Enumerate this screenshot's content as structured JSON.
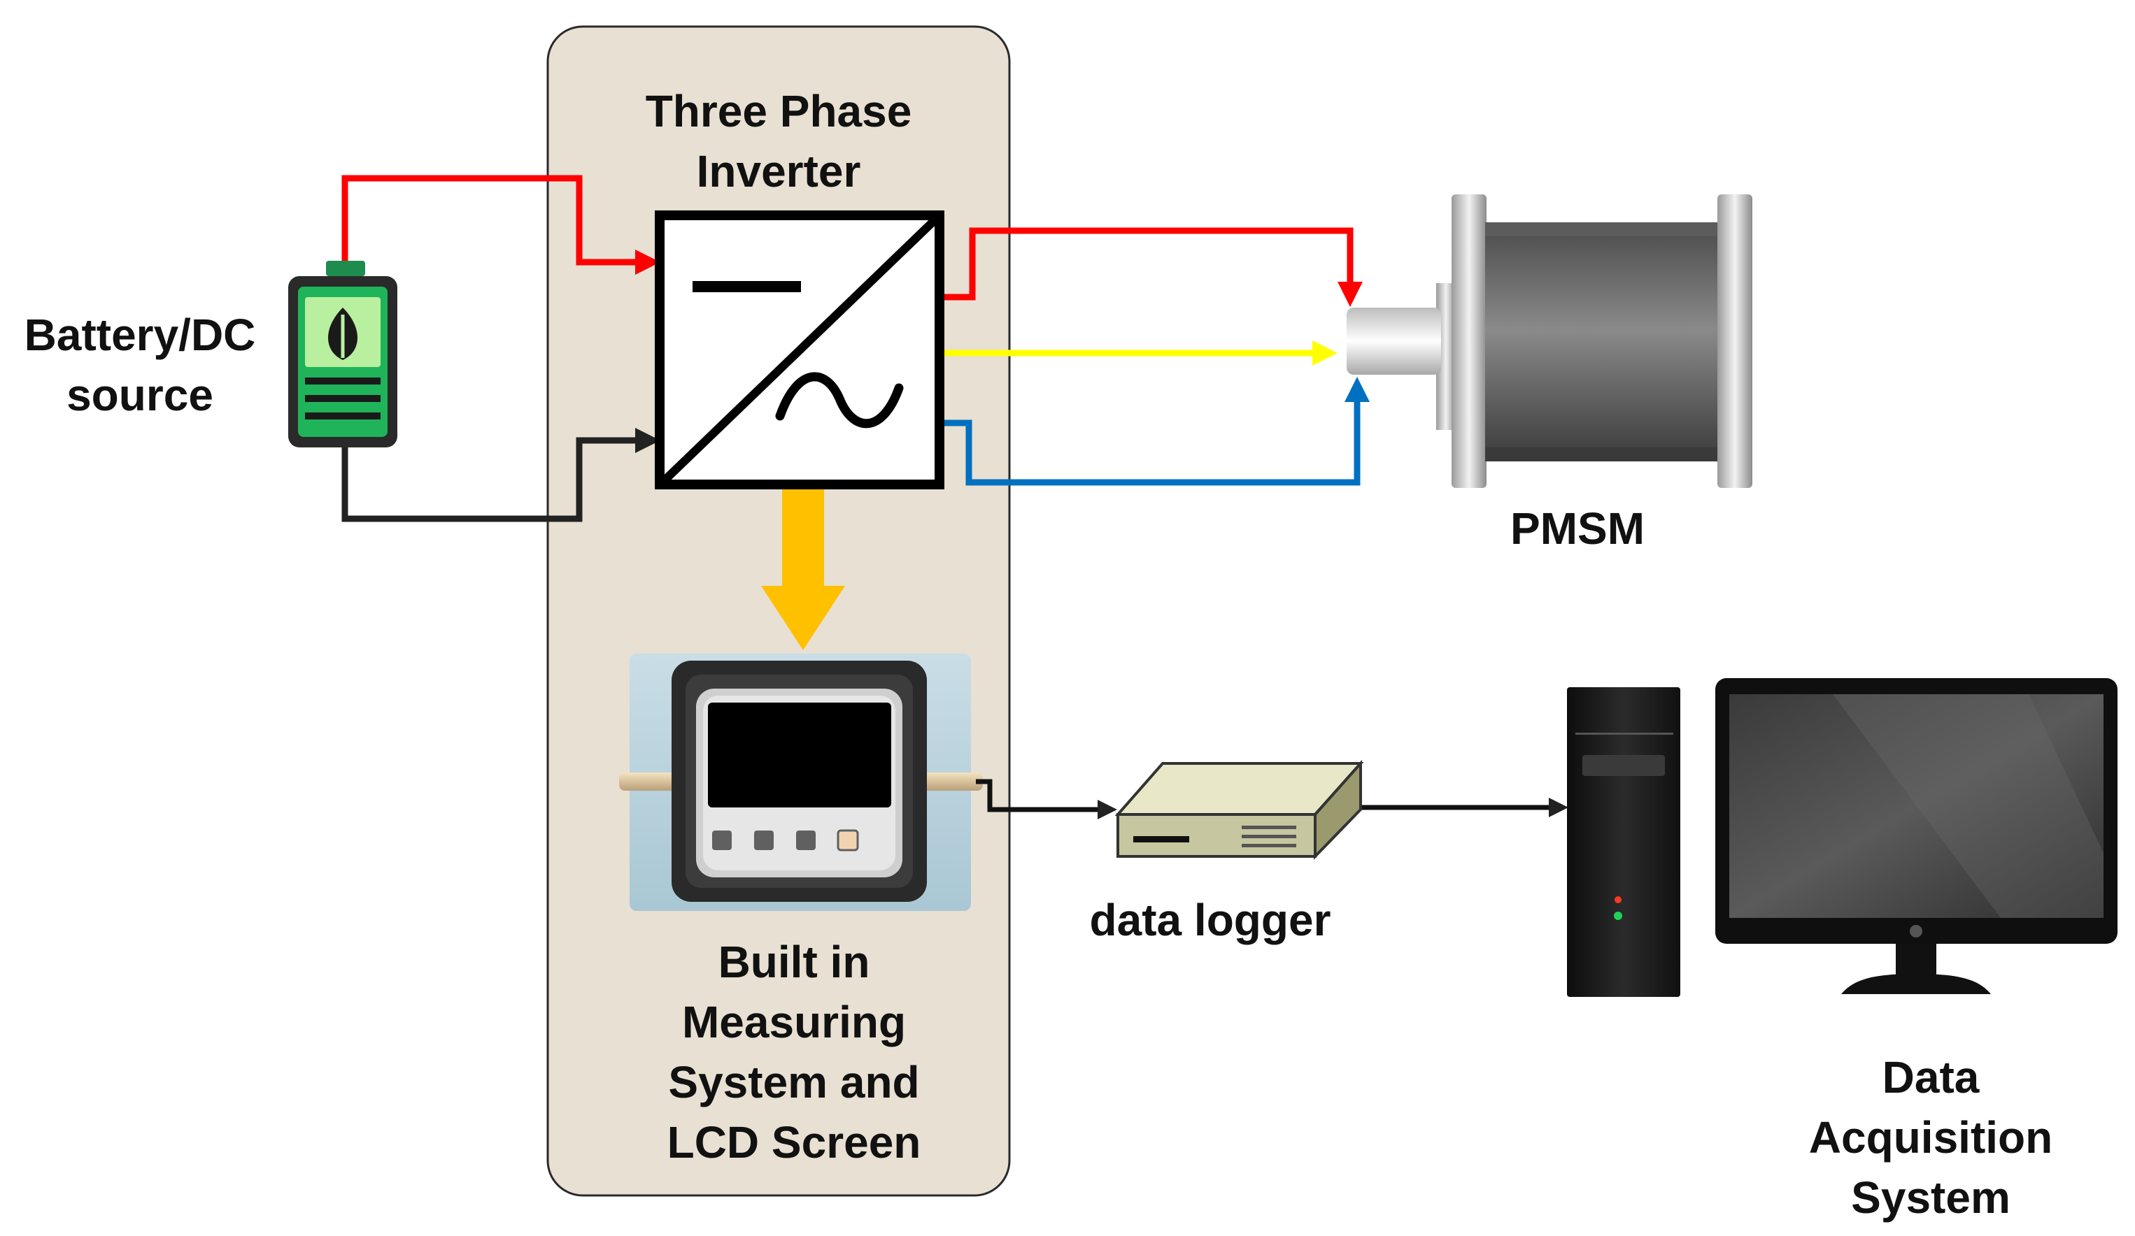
{
  "labels": {
    "inverter_line1": "Three Phase",
    "inverter_line2": "Inverter",
    "battery_line1": "Battery/DC",
    "battery_line2": "source",
    "motor": "PMSM",
    "measuring_line1": "Built in",
    "measuring_line2": "Measuring",
    "measuring_line3": "System and",
    "measuring_line4": "LCD Screen",
    "logger": "data logger",
    "daq_line1": "Data",
    "daq_line2": "Acquisition",
    "daq_line3": "System"
  },
  "colors": {
    "panel_fill": "#e8e0d2",
    "phase_a": "#ff0000",
    "phase_b": "#ffff00",
    "phase_c": "#0070c0",
    "dc_positive": "#ff0000",
    "dc_negative": "#222222",
    "measurement_arrow": "#ffc000",
    "data_link": "#111111"
  }
}
